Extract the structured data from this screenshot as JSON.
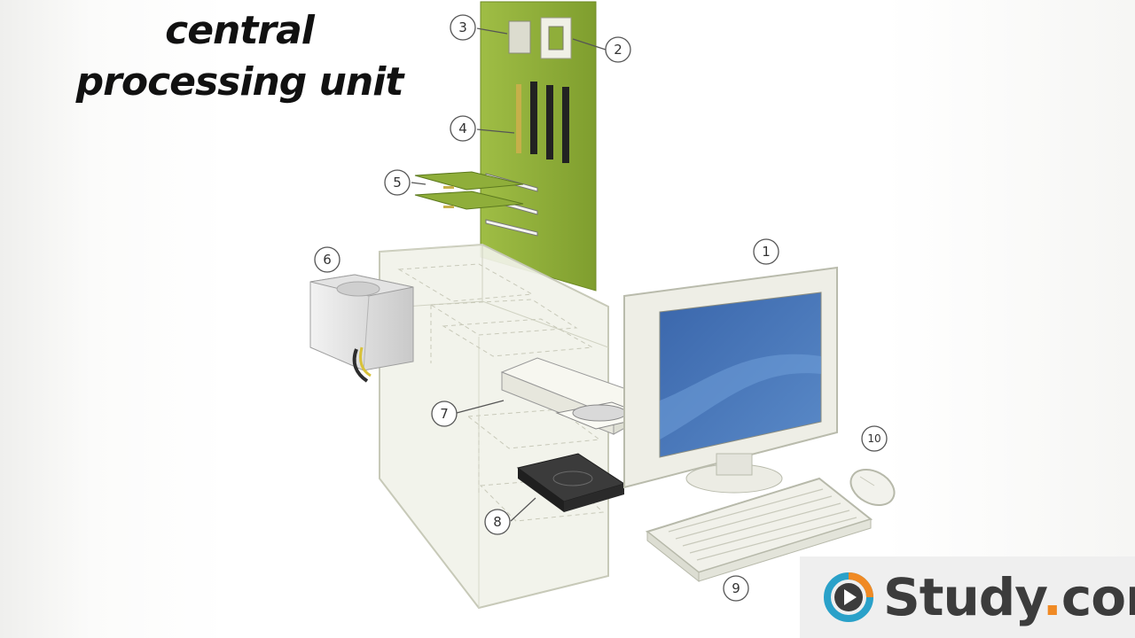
{
  "title": {
    "line1": "central",
    "line2": "processing unit"
  },
  "callouts": [
    {
      "id": "1",
      "label": "1"
    },
    {
      "id": "2",
      "label": "2"
    },
    {
      "id": "3",
      "label": "3"
    },
    {
      "id": "4",
      "label": "4"
    },
    {
      "id": "5",
      "label": "5"
    },
    {
      "id": "6",
      "label": "6"
    },
    {
      "id": "7",
      "label": "7"
    },
    {
      "id": "8",
      "label": "8"
    },
    {
      "id": "9",
      "label": "9"
    },
    {
      "id": "10",
      "label": "10"
    }
  ],
  "brand": {
    "name_main": "Study",
    "name_dot": ".",
    "name_tail": "com",
    "icon": "play-icon",
    "colors": {
      "ring": "#2aa1c9",
      "accent": "#f08a24",
      "text": "#3c3c3c"
    }
  },
  "colors": {
    "motherboard": "#8fae3a",
    "screen": "#3f70b3",
    "case": "#f1f2e9"
  }
}
